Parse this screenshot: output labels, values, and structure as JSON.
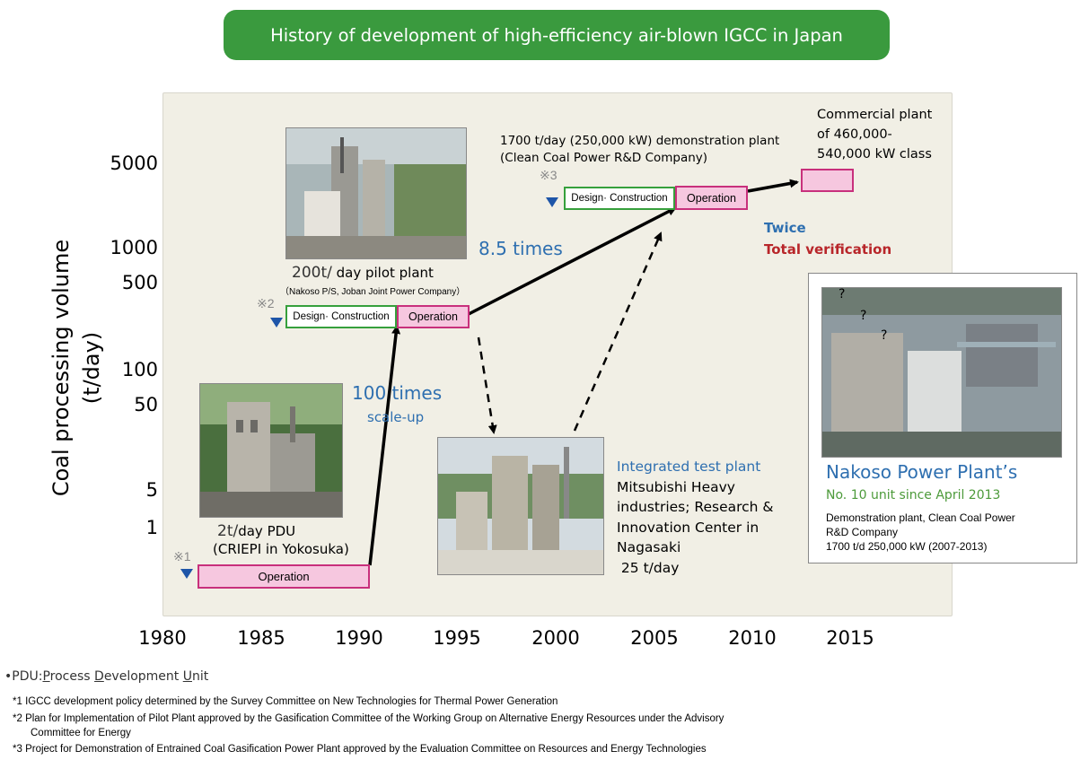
{
  "title": "History of development of high-efficiency air-blown IGCC in Japan",
  "colors": {
    "title_bg": "#3a9a3e",
    "design_border": "#36a03c",
    "operation_border": "#c8307c",
    "operation_fill": "#f6c7df",
    "marker": "#1e55a8",
    "accent_blue": "#2e6fb0",
    "accent_red": "#b8262a",
    "accent_green": "#4c9a3a"
  },
  "axes": {
    "ylabel": "Coal processing volume (t/day)",
    "y_ticks": [
      "5000",
      "1000",
      "500",
      "100",
      "50",
      "5",
      "1"
    ],
    "x_ticks": [
      "1980",
      "1985",
      "1990",
      "1995",
      "2000",
      "2005",
      "2010",
      "2015"
    ]
  },
  "pdu": {
    "marker": "※1",
    "operation_label": "Operation",
    "caption_big": "2t/",
    "caption_rest": "day PDU",
    "caption_line2": "(CRIEPI in Yokosuka)",
    "start_year": 1981.5,
    "end_year": 1990.7
  },
  "pilot": {
    "marker": "※2",
    "design_label": "Design· Construction",
    "operation_label": "Operation",
    "caption_big": "200t/",
    "caption_rest": " day pilot plant",
    "caption_line2": "（Nakoso P/S, Joban Joint Power Company）"
  },
  "demo": {
    "caption_line1": "1700 t/day (250,000 kW) demonstration plant",
    "caption_line2": "(Clean Coal Power R&D Company)",
    "marker": "※3",
    "design_label": "Design· Construction",
    "operation_label": "Operation"
  },
  "commercial": {
    "line1": "Commercial plant",
    "line2": "of 460,000-",
    "line3": "540,000 kW class"
  },
  "scale_labels": {
    "hundred_times": "100 times",
    "scale_up": "scale-up",
    "eight_five_times": "8.5 times",
    "twice": "Twice",
    "total_verification": "Total verification"
  },
  "test_plant": {
    "title": "Integrated test plant",
    "line1": "Mitsubishi Heavy",
    "line2": "industries; Research &",
    "line3": "Innovation Center in",
    "line4": "Nagasaki",
    "line5": " 25 t/day"
  },
  "nakoso": {
    "title": "Nakoso Power Plant’s",
    "subtitle": "No. 10 unit since April 2013",
    "line1": "Demonstration plant, Clean Coal Power",
    "line2": "R&D Company",
    "line3": "1700 t/d 250,000 kW (2007-2013)",
    "q1": "?",
    "q2": "?",
    "q3": "?"
  },
  "footnotes": {
    "pdu_def_prefix": "•PDU:",
    "pdu_def_P": "P",
    "pdu_def_rocess": "rocess ",
    "pdu_def_D": "D",
    "pdu_def_evelopment": "evelopment ",
    "pdu_def_U": "U",
    "pdu_def_nit": "nit",
    "n1": "*1 IGCC development policy determined by the Survey Committee on New Technologies for Thermal Power Generation",
    "n2a": "*2 Plan for Implementation of Pilot Plant approved by the Gasification Committee of the Working Group on Alternative Energy Resources under the Advisory",
    "n2b": "Committee for Energy",
    "n3": "*3 Project for Demonstration of Entrained Coal Gasification Power Plant approved by the Evaluation Committee on Resources and Energy Technologies"
  }
}
